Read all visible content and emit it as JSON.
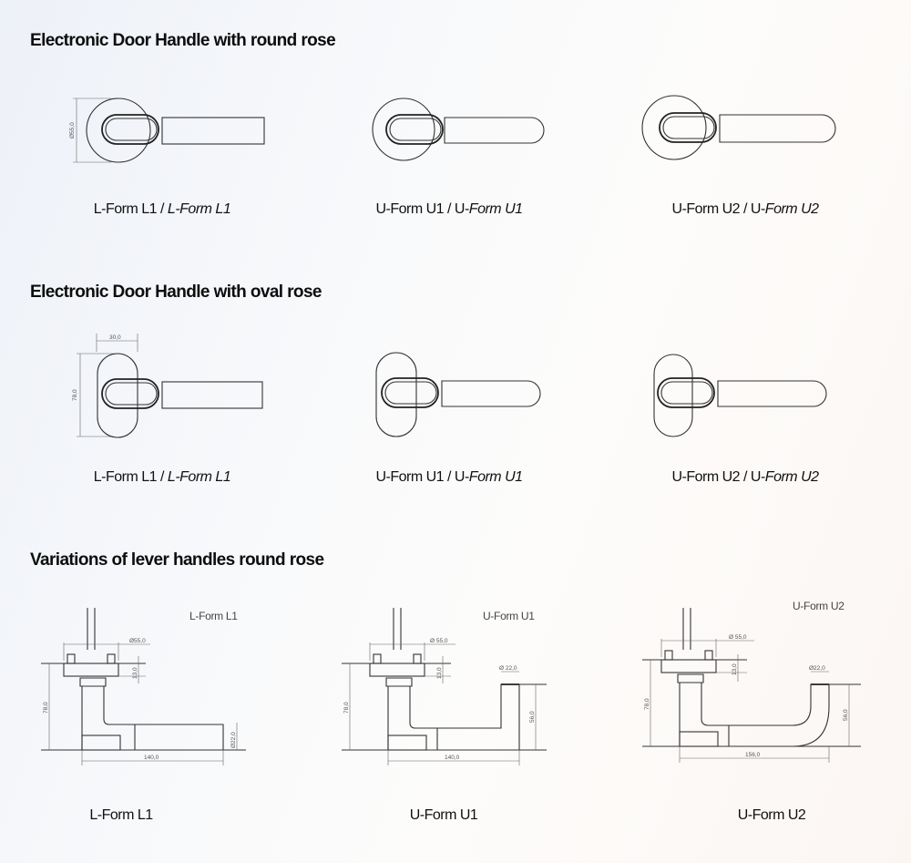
{
  "sections": [
    {
      "title": "Electronic Door Handle with round rose",
      "items": [
        {
          "label_regular": "L-Form L1 / ",
          "label_italic_prefix": "",
          "label_italic": "L-Form L1",
          "dims": {
            "diameter": "Ø55,0"
          }
        },
        {
          "label_regular": "U-Form U1 / ",
          "label_italic_prefix": "U-",
          "label_italic": "Form U1"
        },
        {
          "label_regular": "U-Form U2 / ",
          "label_italic_prefix": "U-",
          "label_italic": "Form U2"
        }
      ]
    },
    {
      "title": "Electronic Door Handle with oval rose",
      "items": [
        {
          "label_regular": "L-Form L1 / ",
          "label_italic_prefix": "",
          "label_italic": "L-Form L1",
          "dims": {
            "width": "30,0",
            "height": "78,0"
          }
        },
        {
          "label_regular": "U-Form U1 / ",
          "label_italic_prefix": "U-",
          "label_italic": "Form U1"
        },
        {
          "label_regular": "U-Form U2 / ",
          "label_italic_prefix": "U-",
          "label_italic": "Form U2"
        }
      ]
    },
    {
      "title": "Variations of lever handles round rose",
      "items": [
        {
          "caption": "L-Form L1",
          "drawing_label": "L-Form L1",
          "dims": {
            "rose_diameter": "Ø55,0",
            "rose_height": "13,0",
            "height": "78,0",
            "grip_diameter": "Ø22,0",
            "length": "140,0"
          }
        },
        {
          "caption": "U-Form U1",
          "drawing_label": "U-Form U1",
          "dims": {
            "rose_diameter": "Ø 55,0",
            "rose_height": "13,0",
            "height": "78,0",
            "grip_diameter": "Ø 22,0",
            "drop": "56,0",
            "length": "140,0"
          }
        },
        {
          "caption": "U-Form U2",
          "drawing_label": "U-Form U2",
          "dims": {
            "rose_diameter": "Ø 55,0",
            "rose_height": "13,0",
            "height": "78,0",
            "grip_diameter": "Ø22,0",
            "drop": "56,0",
            "length": "156,0"
          }
        }
      ]
    }
  ]
}
